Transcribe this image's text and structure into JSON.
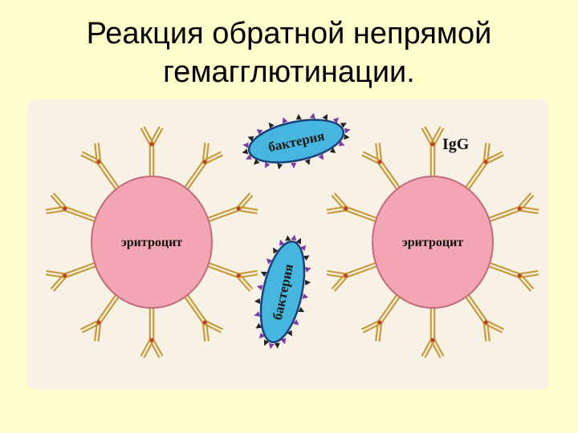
{
  "title": {
    "line1": "Реакция обратной непрямой",
    "line2": "гемагглютинации."
  },
  "diagram": {
    "cell_left_label": "эритроцит",
    "cell_right_label": "эритроцит",
    "bacterium_top_label": "бактерия",
    "bacterium_bottom_label": "бактерия",
    "antibody_label": "IgG",
    "colors": {
      "background": "#ffffcc",
      "panel": "#f7f1e6",
      "erythrocyte": "#f4a5b3",
      "erythrocyte_stroke": "#c06a7a",
      "bacterium": "#46b6de",
      "bacterium_stroke": "#1a3f7a",
      "antibody": "#c99a3a",
      "antibody_joint": "#c0392b",
      "antigen_purple": "#7b3aa0",
      "antigen_black": "#222222"
    }
  }
}
